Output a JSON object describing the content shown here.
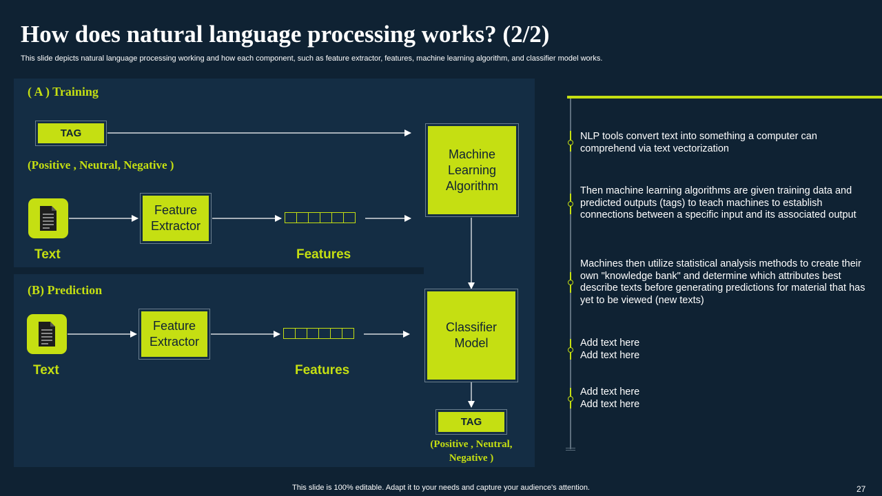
{
  "slide": {
    "title": "How does natural language processing works?  (2/2)",
    "subtitle": "This slide depicts natural language processing working and how each component, such as feature extractor,  features, machine learning algorithm, and classifier model works.",
    "footer": "This slide is 100% editable. Adapt it to your needs and capture your audience's attention.",
    "page_number": "27"
  },
  "colors": {
    "background": "#0f2233",
    "panel": "#142d44",
    "accent": "#c5df12"
  },
  "training": {
    "label": "( A ) Training",
    "tag": "TAG",
    "sentiment": "(Positive , Neutral, Negative )",
    "text_label": "Text",
    "text_icon": "document-icon",
    "feature_extractor": "Feature Extractor",
    "features_label": "Features",
    "algorithm": "Machine Learning Algorithm"
  },
  "prediction": {
    "label": "(B) Prediction",
    "text_label": "Text",
    "text_icon": "document-icon",
    "feature_extractor": "Feature Extractor",
    "features_label": "Features",
    "classifier": "Classifier Model",
    "tag": "TAG",
    "sentiment": "(Positive  , Neutral, Negative )"
  },
  "timeline": [
    {
      "text": "NLP tools convert text into something a computer can comprehend via text vectorization"
    },
    {
      "text": "Then machine learning algorithms are given training data and predicted outputs (tags) to teach machines to establish connections between a specific input and its associated output"
    },
    {
      "text": "Machines then utilize statistical analysis methods to create their own \"knowledge bank\" and determine which attributes best describe texts before generating predictions for material that has yet to be viewed (new texts)"
    },
    {
      "line1": "Add text here",
      "line2": "Add text here"
    },
    {
      "line1": "Add text here",
      "line2": "Add text here"
    }
  ]
}
